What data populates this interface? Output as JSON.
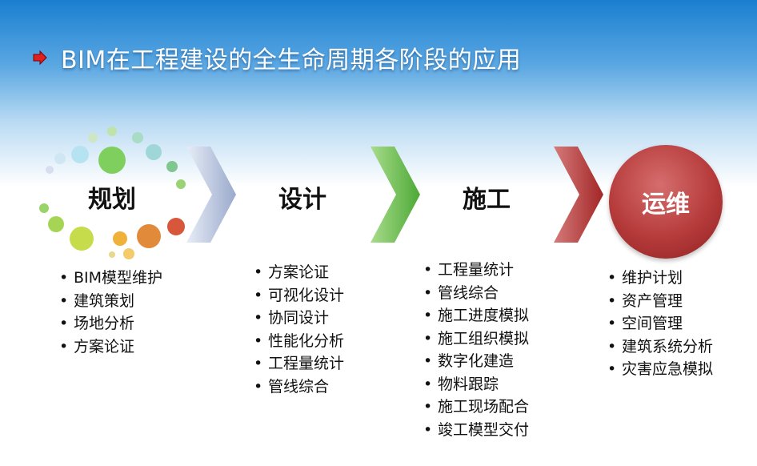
{
  "title": "BIM在工程建设的全生命周期各阶段的应用",
  "stages": [
    {
      "label": "规划",
      "items": [
        "BIM模型维护",
        "建筑策划",
        "场地分析",
        "方案论证"
      ]
    },
    {
      "label": "设计",
      "items": [
        "方案论证",
        "可视化设计",
        "协同设计",
        "性能化分析",
        "工程量统计",
        "管线综合"
      ]
    },
    {
      "label": "施工",
      "items": [
        "工程量统计",
        "管线综合",
        "施工进度模拟",
        "施工组织模拟",
        "数字化建造",
        "物料跟踪",
        "施工现场配合",
        "竣工模型交付"
      ]
    },
    {
      "label": "运维",
      "items": [
        "维护计划",
        "资产管理",
        "空间管理",
        "建筑系统分析",
        "灾害应急模拟"
      ]
    }
  ],
  "colors": {
    "chevron_1": "#a9b7d4",
    "chevron_2": "#6fbf4a",
    "chevron_3": "#b53a3a",
    "ops_circle": "#b63b3b",
    "title_arrow": "#e02020"
  }
}
